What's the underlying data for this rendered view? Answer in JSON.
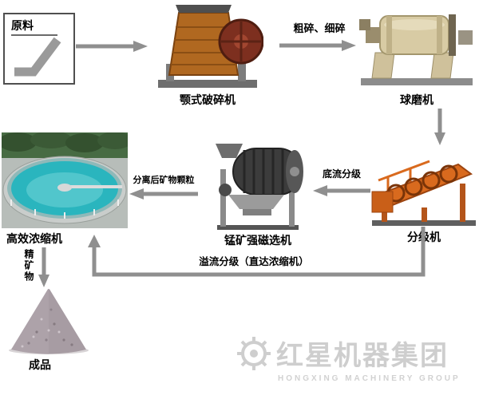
{
  "flow": {
    "raw_material_label": "原料",
    "jaw_crusher_label": "颚式破碎机",
    "crush_arrow_label": "粗碎、细碎",
    "ball_mill_label": "球磨机",
    "classifier_label": "分级机",
    "underflow_arrow_label": "底流分级",
    "magnetic_separator_label": "锰矿强磁选机",
    "separated_arrow_label": "分离后矿物颗粒",
    "thickener_label": "高效浓缩机",
    "concentrate_arrow_label": "精矿物",
    "product_label": "成品",
    "overflow_path_label": "溢流分级（直达浓缩机）"
  },
  "watermark": {
    "brand": "红星机器集团",
    "tagline": "HONGXING MACHINERY GROUP"
  },
  "colors": {
    "arrow_gray": "#8f8f8f",
    "label_text": "#000000",
    "crusher_orange": "#b06820",
    "flywheel_red": "#7d2f1f",
    "ball_mill_beige": "#d8cba4",
    "classifier_orange": "#d96a1e",
    "separator_dark": "#3c3c3c",
    "water_cyan": "#2ab5be",
    "cone_gray": "#a79ca3",
    "watermark_gray": "#c9c9c9"
  }
}
